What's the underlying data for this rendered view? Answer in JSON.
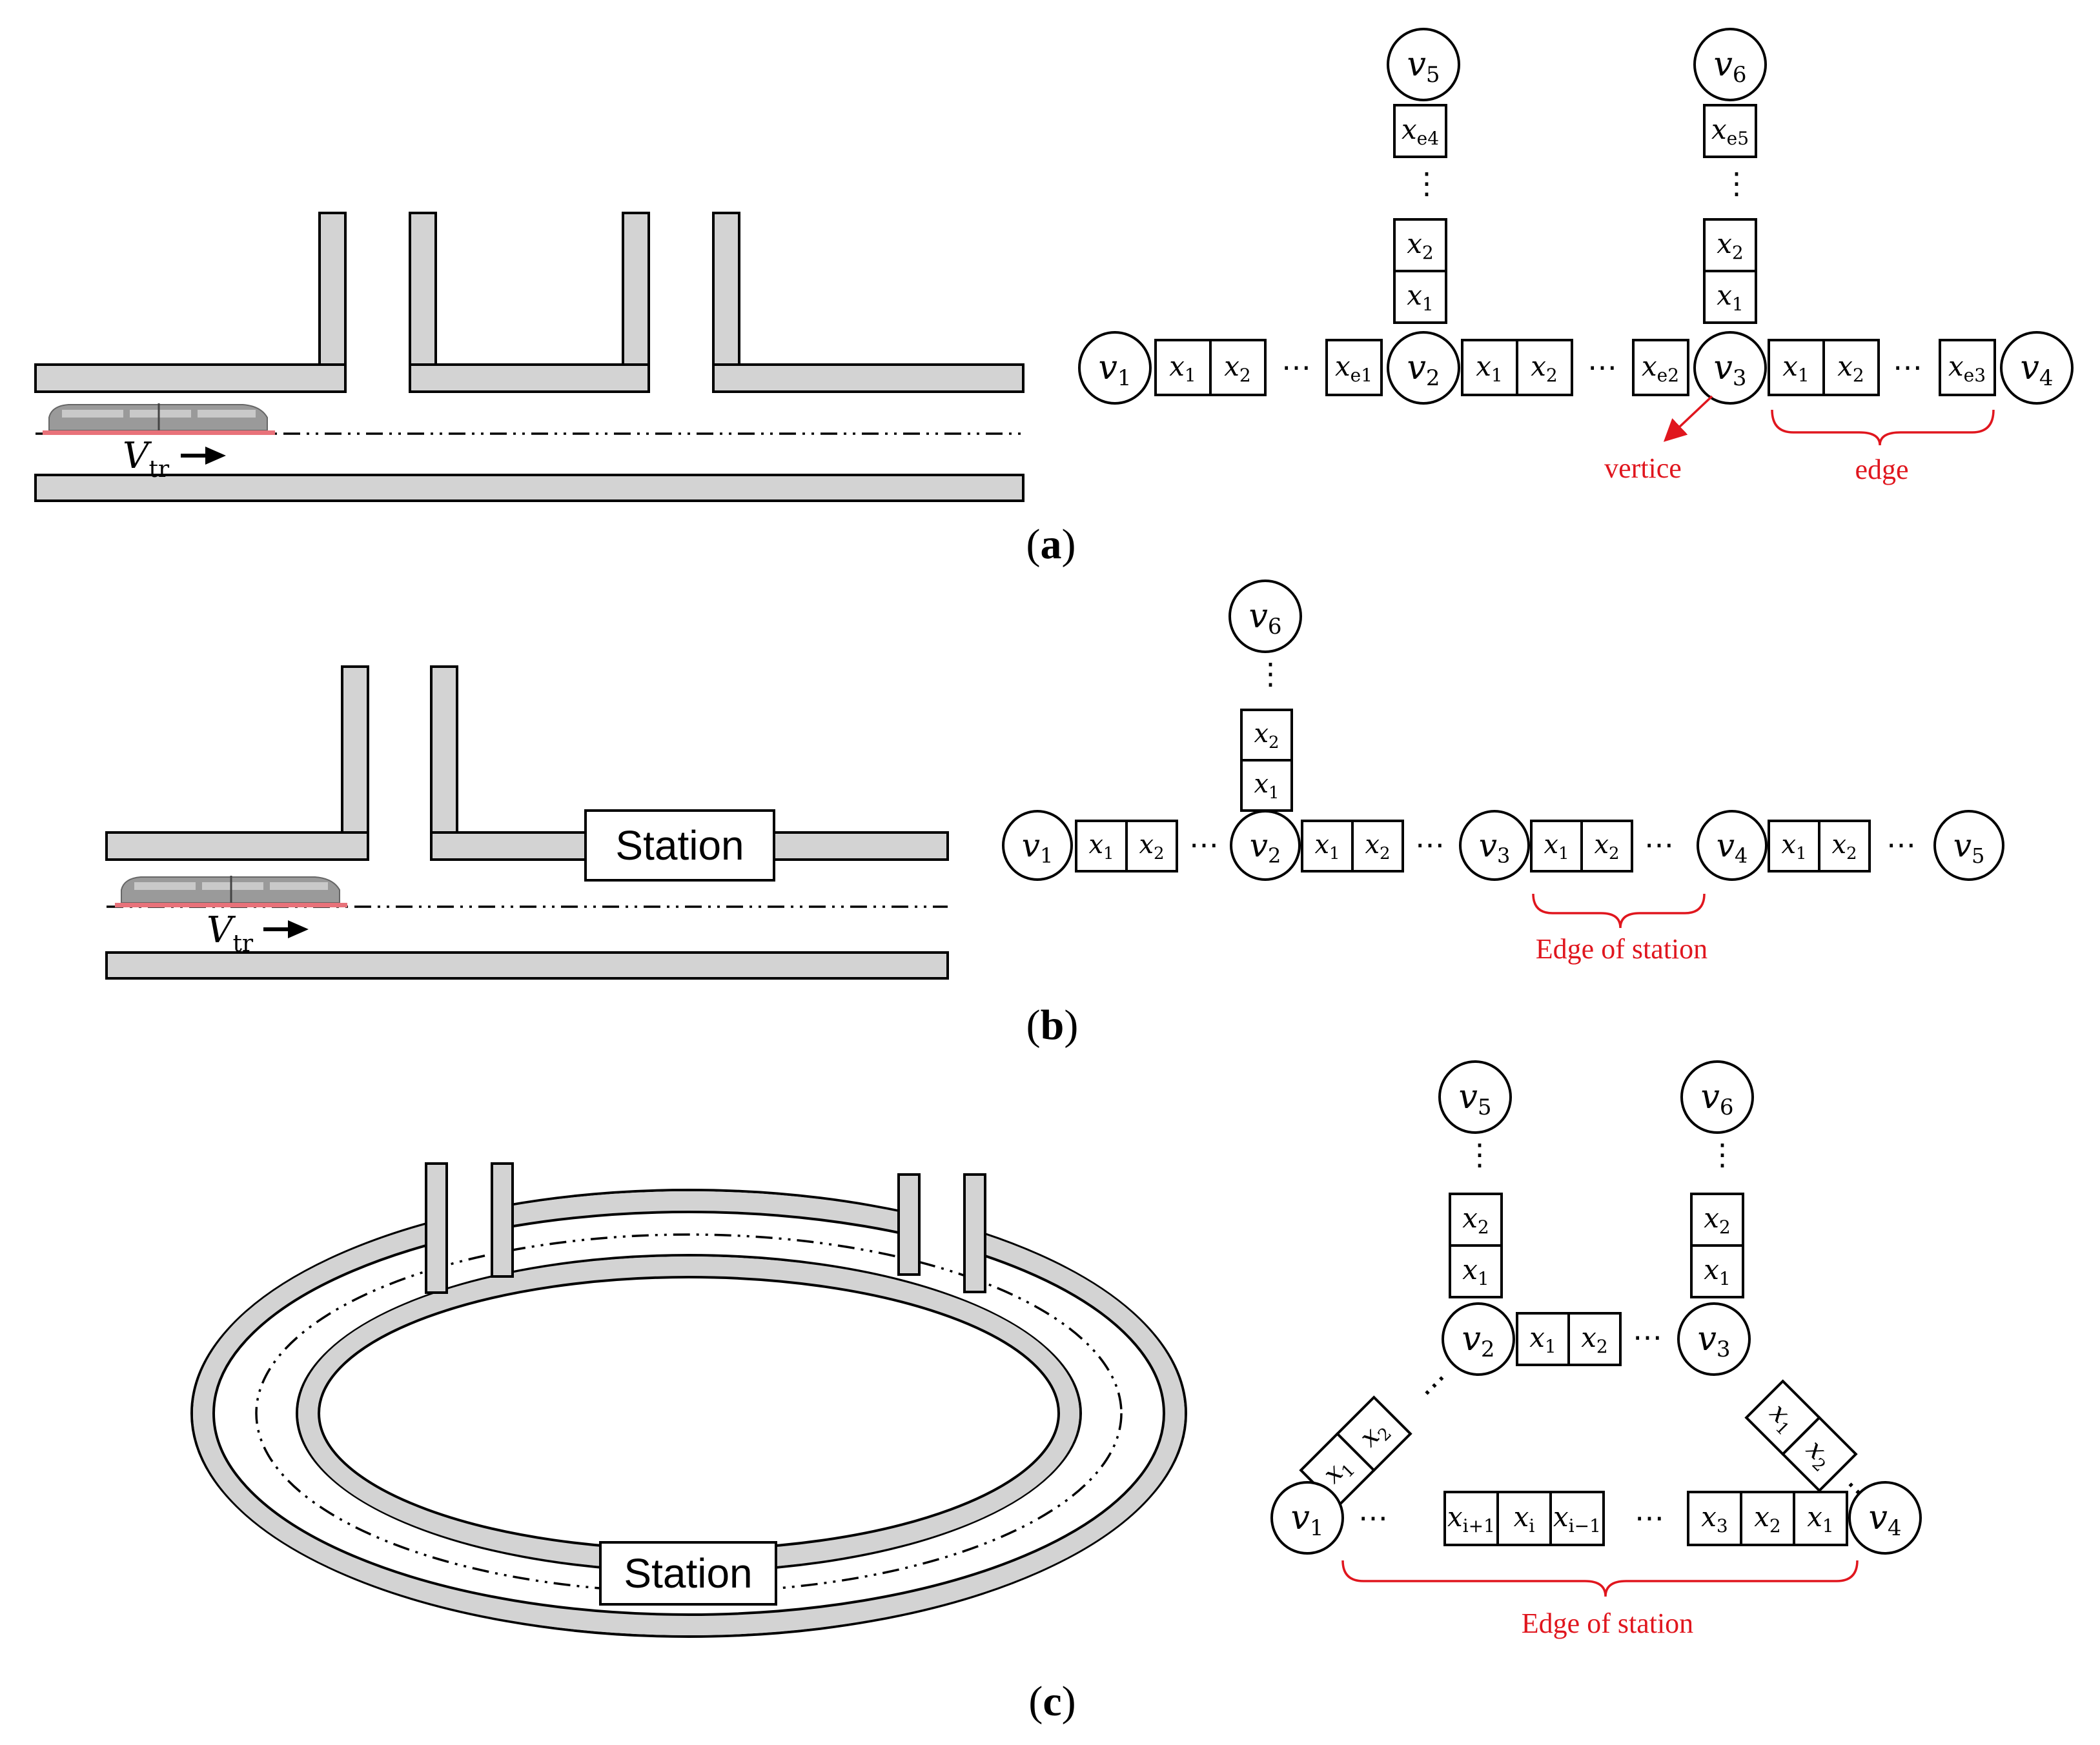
{
  "panels": {
    "a": {
      "caption_open": "(",
      "caption_letter": "a",
      "caption_close": ")",
      "velocity_symbol": "V",
      "velocity_sub": "tr",
      "vertices": [
        "v1",
        "v2",
        "v3",
        "v4",
        "v5",
        "v6"
      ],
      "annotations": {
        "vertice": "vertice",
        "edge": "edge"
      }
    },
    "b": {
      "caption_open": "(",
      "caption_letter": "b",
      "caption_close": ")",
      "velocity_symbol": "V",
      "velocity_sub": "tr",
      "station_label": "Station",
      "edge_label": "Edge of station"
    },
    "c": {
      "caption_open": "(",
      "caption_letter": "c",
      "caption_close": ")",
      "station_label": "Station",
      "edge_label": "Edge of station"
    }
  },
  "symbols": {
    "v": "v",
    "x": "x",
    "ellipsis": "⋯",
    "vdots": "⋮",
    "sub_1": "1",
    "sub_2": "2",
    "sub_3": "3",
    "sub_4": "4",
    "sub_5": "5",
    "sub_6": "6",
    "sub_e1": "e1",
    "sub_e2": "e2",
    "sub_e3": "e3",
    "sub_e4": "e4",
    "sub_e5": "e5",
    "sub_i": "i",
    "sub_ip1": "i+1",
    "sub_im1": "i−1"
  },
  "colors": {
    "annotation": "#e0161e",
    "tunnel_fill": "#d3d3d3",
    "train_stripe": "#e8727a"
  }
}
